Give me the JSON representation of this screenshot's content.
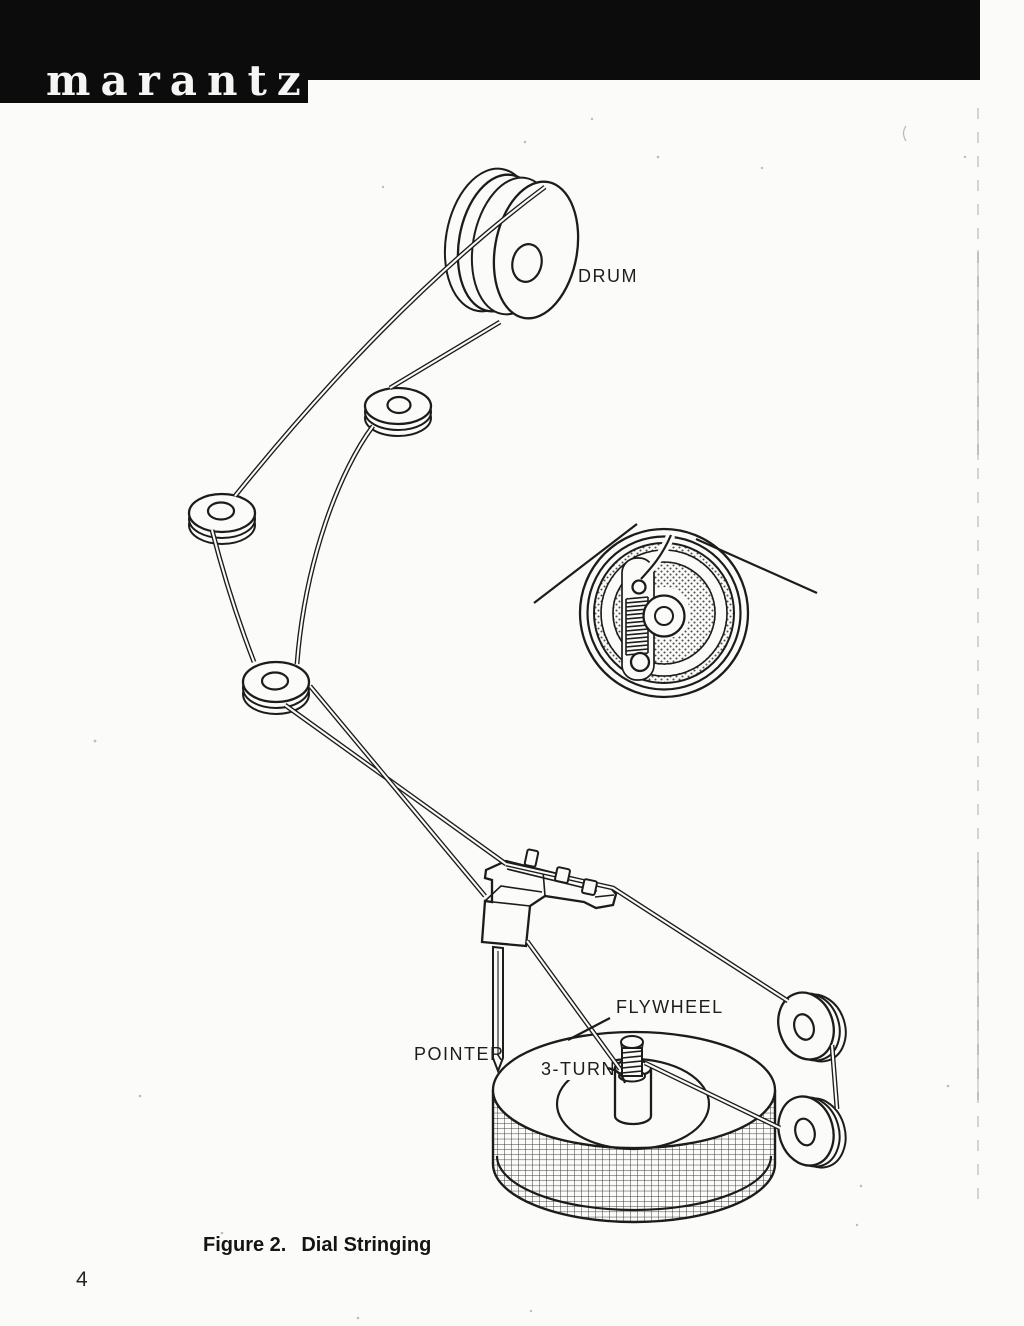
{
  "header": {
    "brand_logo": "marantz",
    "bar_color": "#0c0c0c",
    "logo_color": "#f5f5f3"
  },
  "diagram": {
    "labels": {
      "drum": "DRUM",
      "flywheel": "FLYWHEEL",
      "pointer": "POINTER",
      "three_turn": "3-TURN"
    },
    "ink_color": "#1c1c1c",
    "paper_color": "#fbfbf9"
  },
  "caption": {
    "figure_label": "Figure 2.",
    "figure_title": "Dial Stringing"
  },
  "footer": {
    "page_number": "4"
  }
}
